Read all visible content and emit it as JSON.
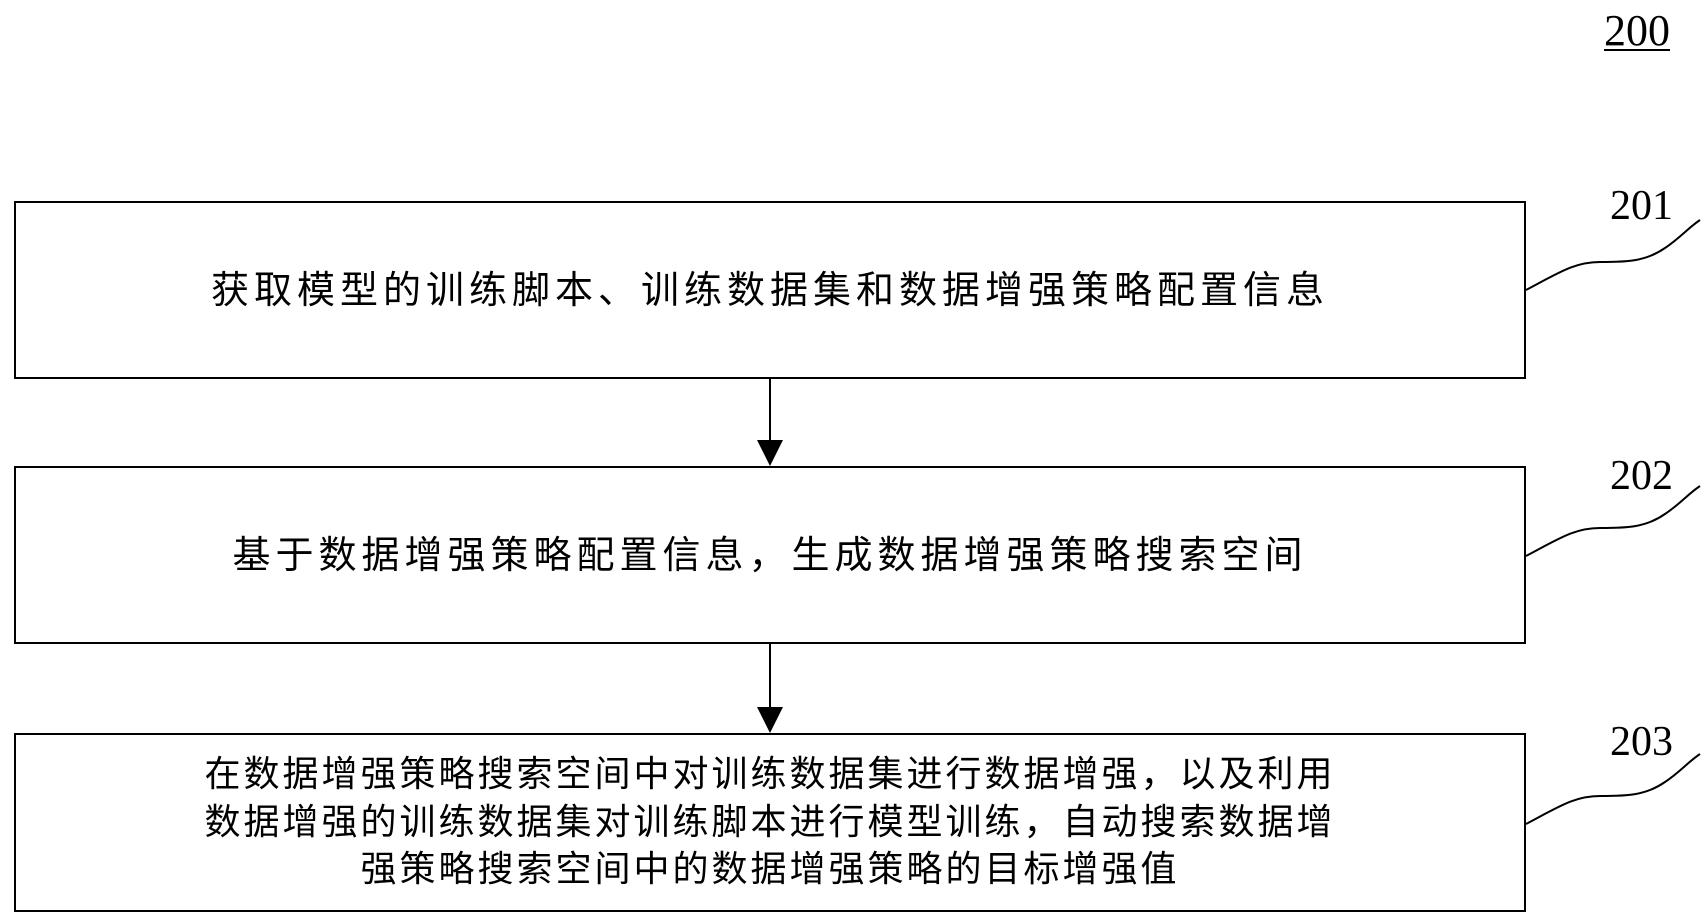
{
  "figure_number": "200",
  "steps": [
    {
      "ref": "201",
      "text": "获取模型的训练脚本、训练数据集和数据增强策略配置信息"
    },
    {
      "ref": "202",
      "text": "基于数据增强策略配置信息，生成数据增强策略搜索空间"
    },
    {
      "ref": "203",
      "text": "在数据增强策略搜索空间中对训练数据集进行数据增强，以及利用\n数据增强的训练数据集对训练脚本进行模型训练，自动搜索数据增\n强策略搜索空间中的数据增强策略的目标增强值"
    }
  ]
}
